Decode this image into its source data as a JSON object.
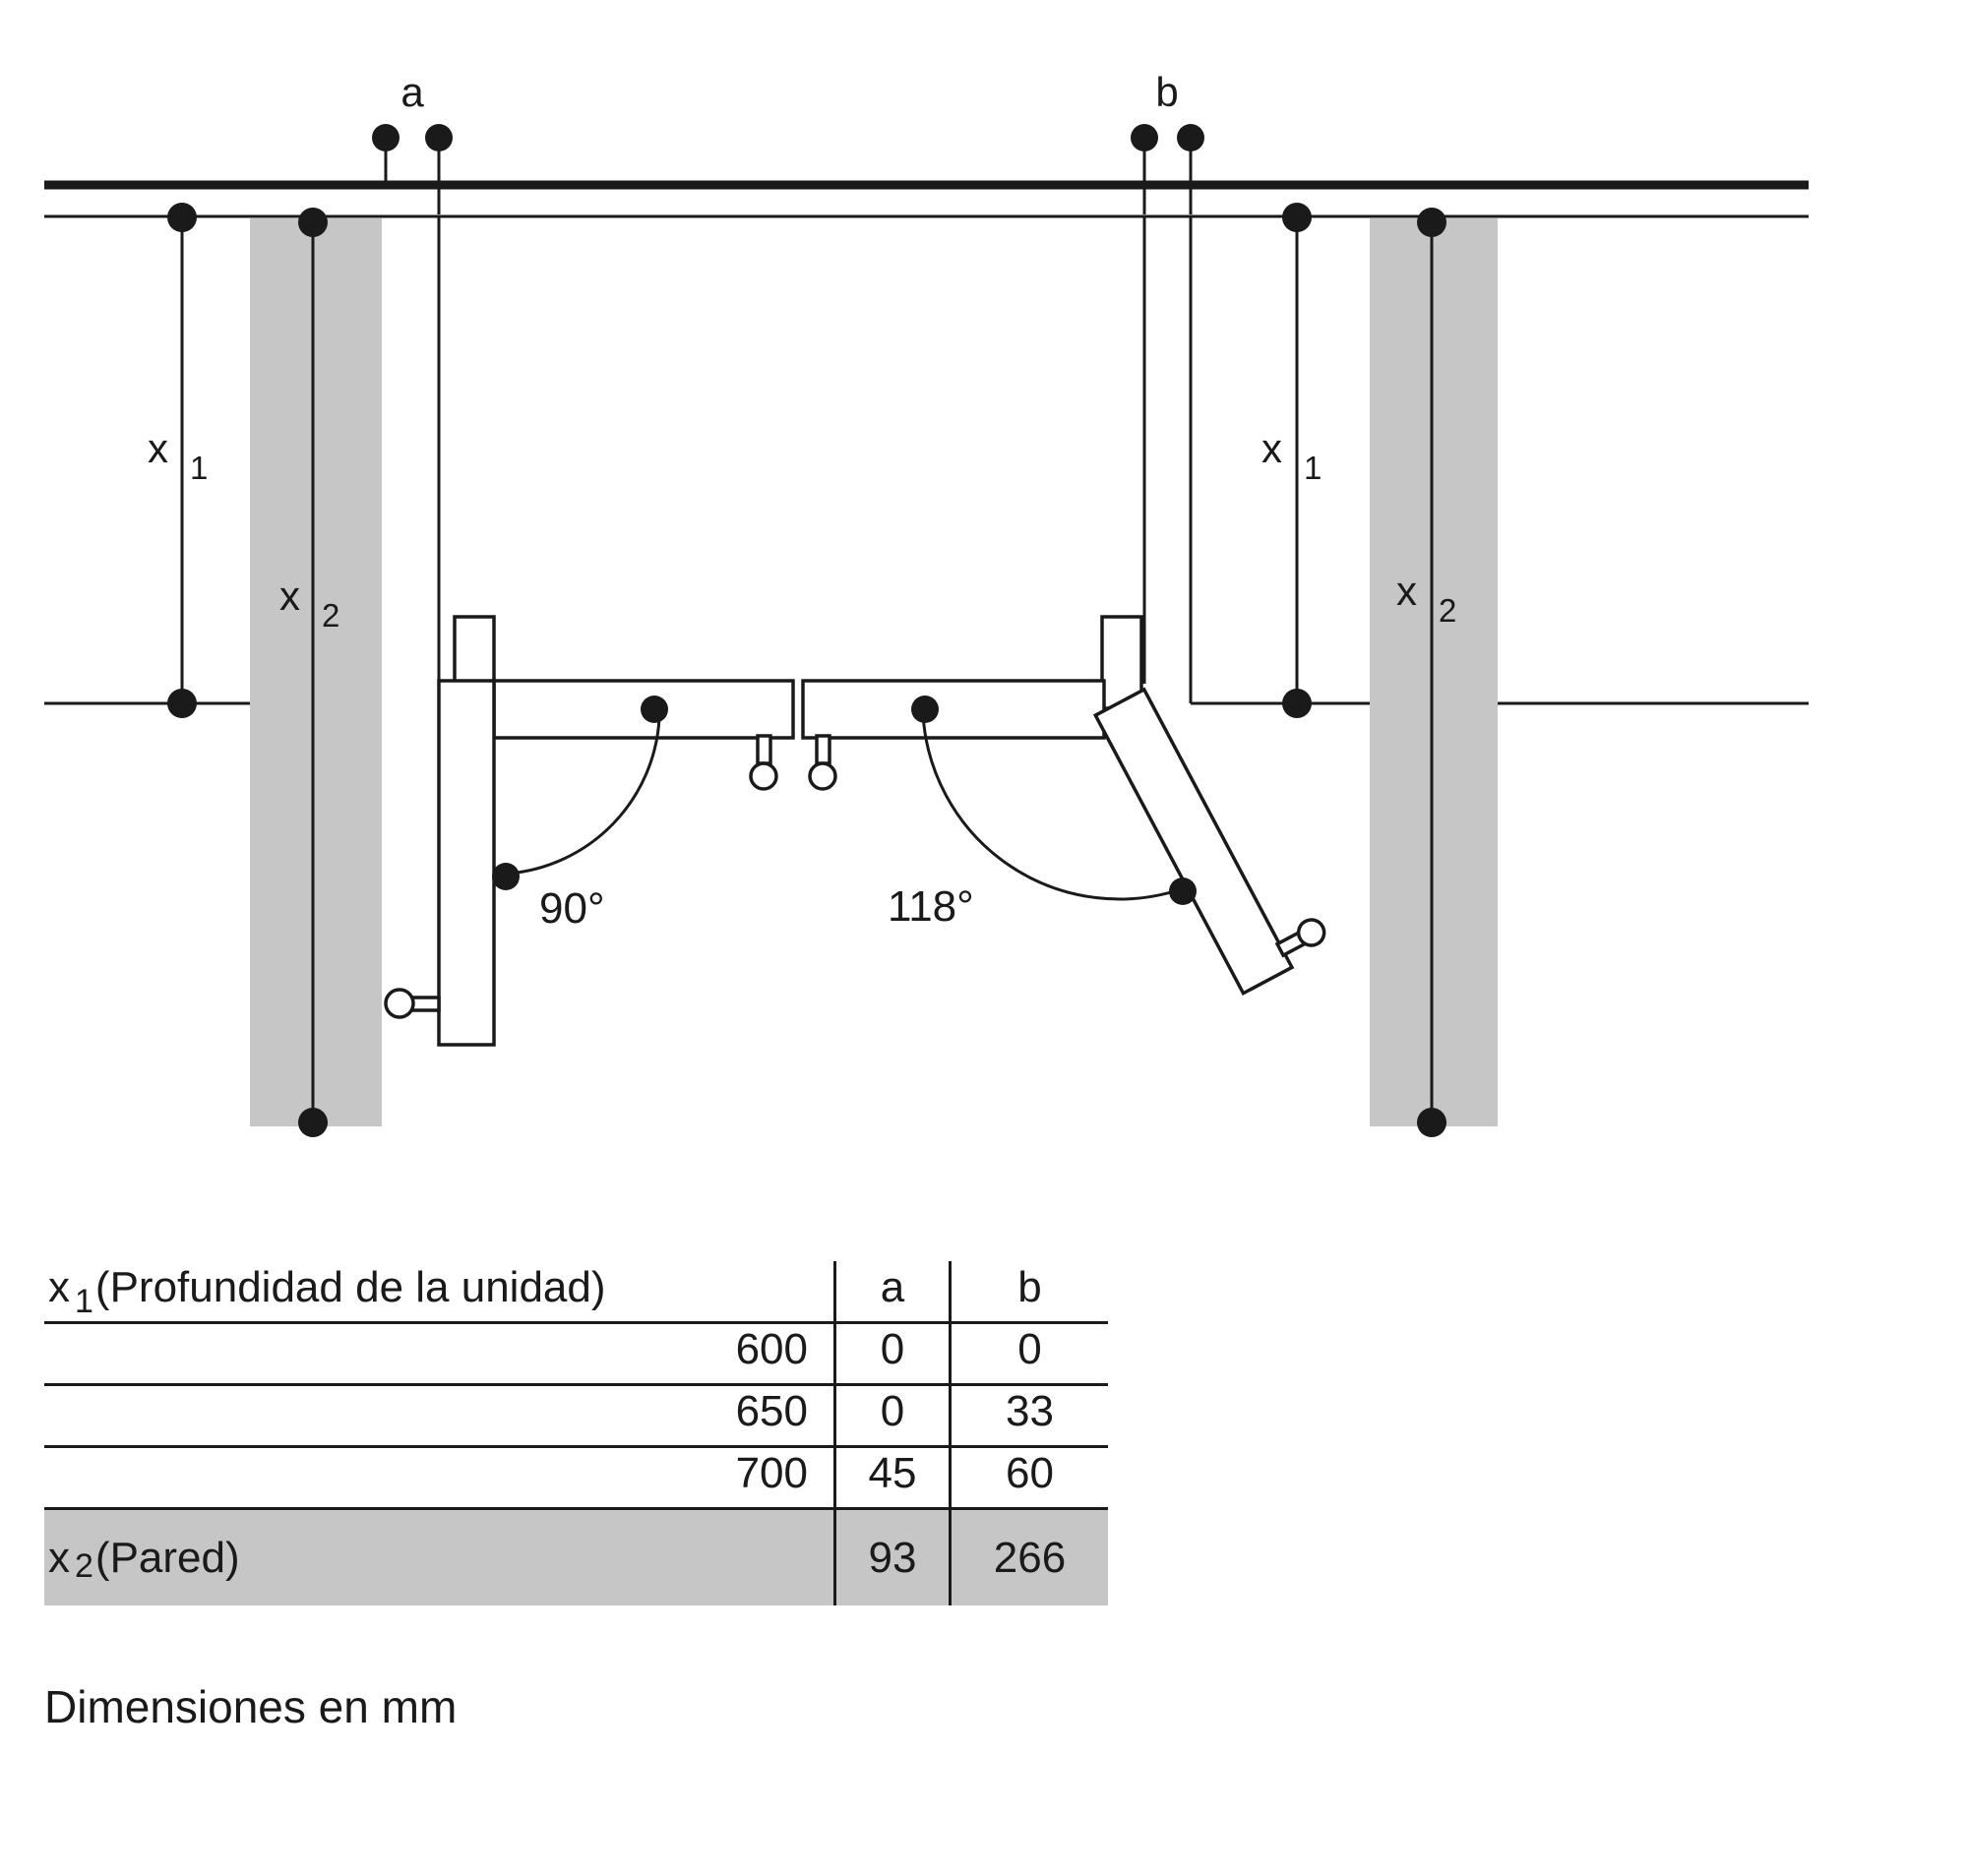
{
  "diagram": {
    "labels": {
      "a": "a",
      "b": "b",
      "x": "x",
      "sub1": "1",
      "sub2": "2",
      "angle_left": "90°",
      "angle_right": "118°"
    },
    "colors": {
      "wall_fill": "#c6c6c6",
      "line": "#1a1a1a"
    }
  },
  "table": {
    "header": {
      "x_base": "x",
      "x_sub": "1",
      "label": " (Profundidad de la unidad)",
      "col_a": "a",
      "col_b": "b"
    },
    "rows": [
      {
        "depth": "600",
        "a": "0",
        "b": "0"
      },
      {
        "depth": "650",
        "a": "0",
        "b": "33"
      },
      {
        "depth": "700",
        "a": "45",
        "b": "60"
      }
    ],
    "wall_row": {
      "x_base": "x",
      "x_sub": "2",
      "label": " (Pared)",
      "a": "93",
      "b": "266"
    }
  },
  "footnote": "Dimensiones en mm"
}
